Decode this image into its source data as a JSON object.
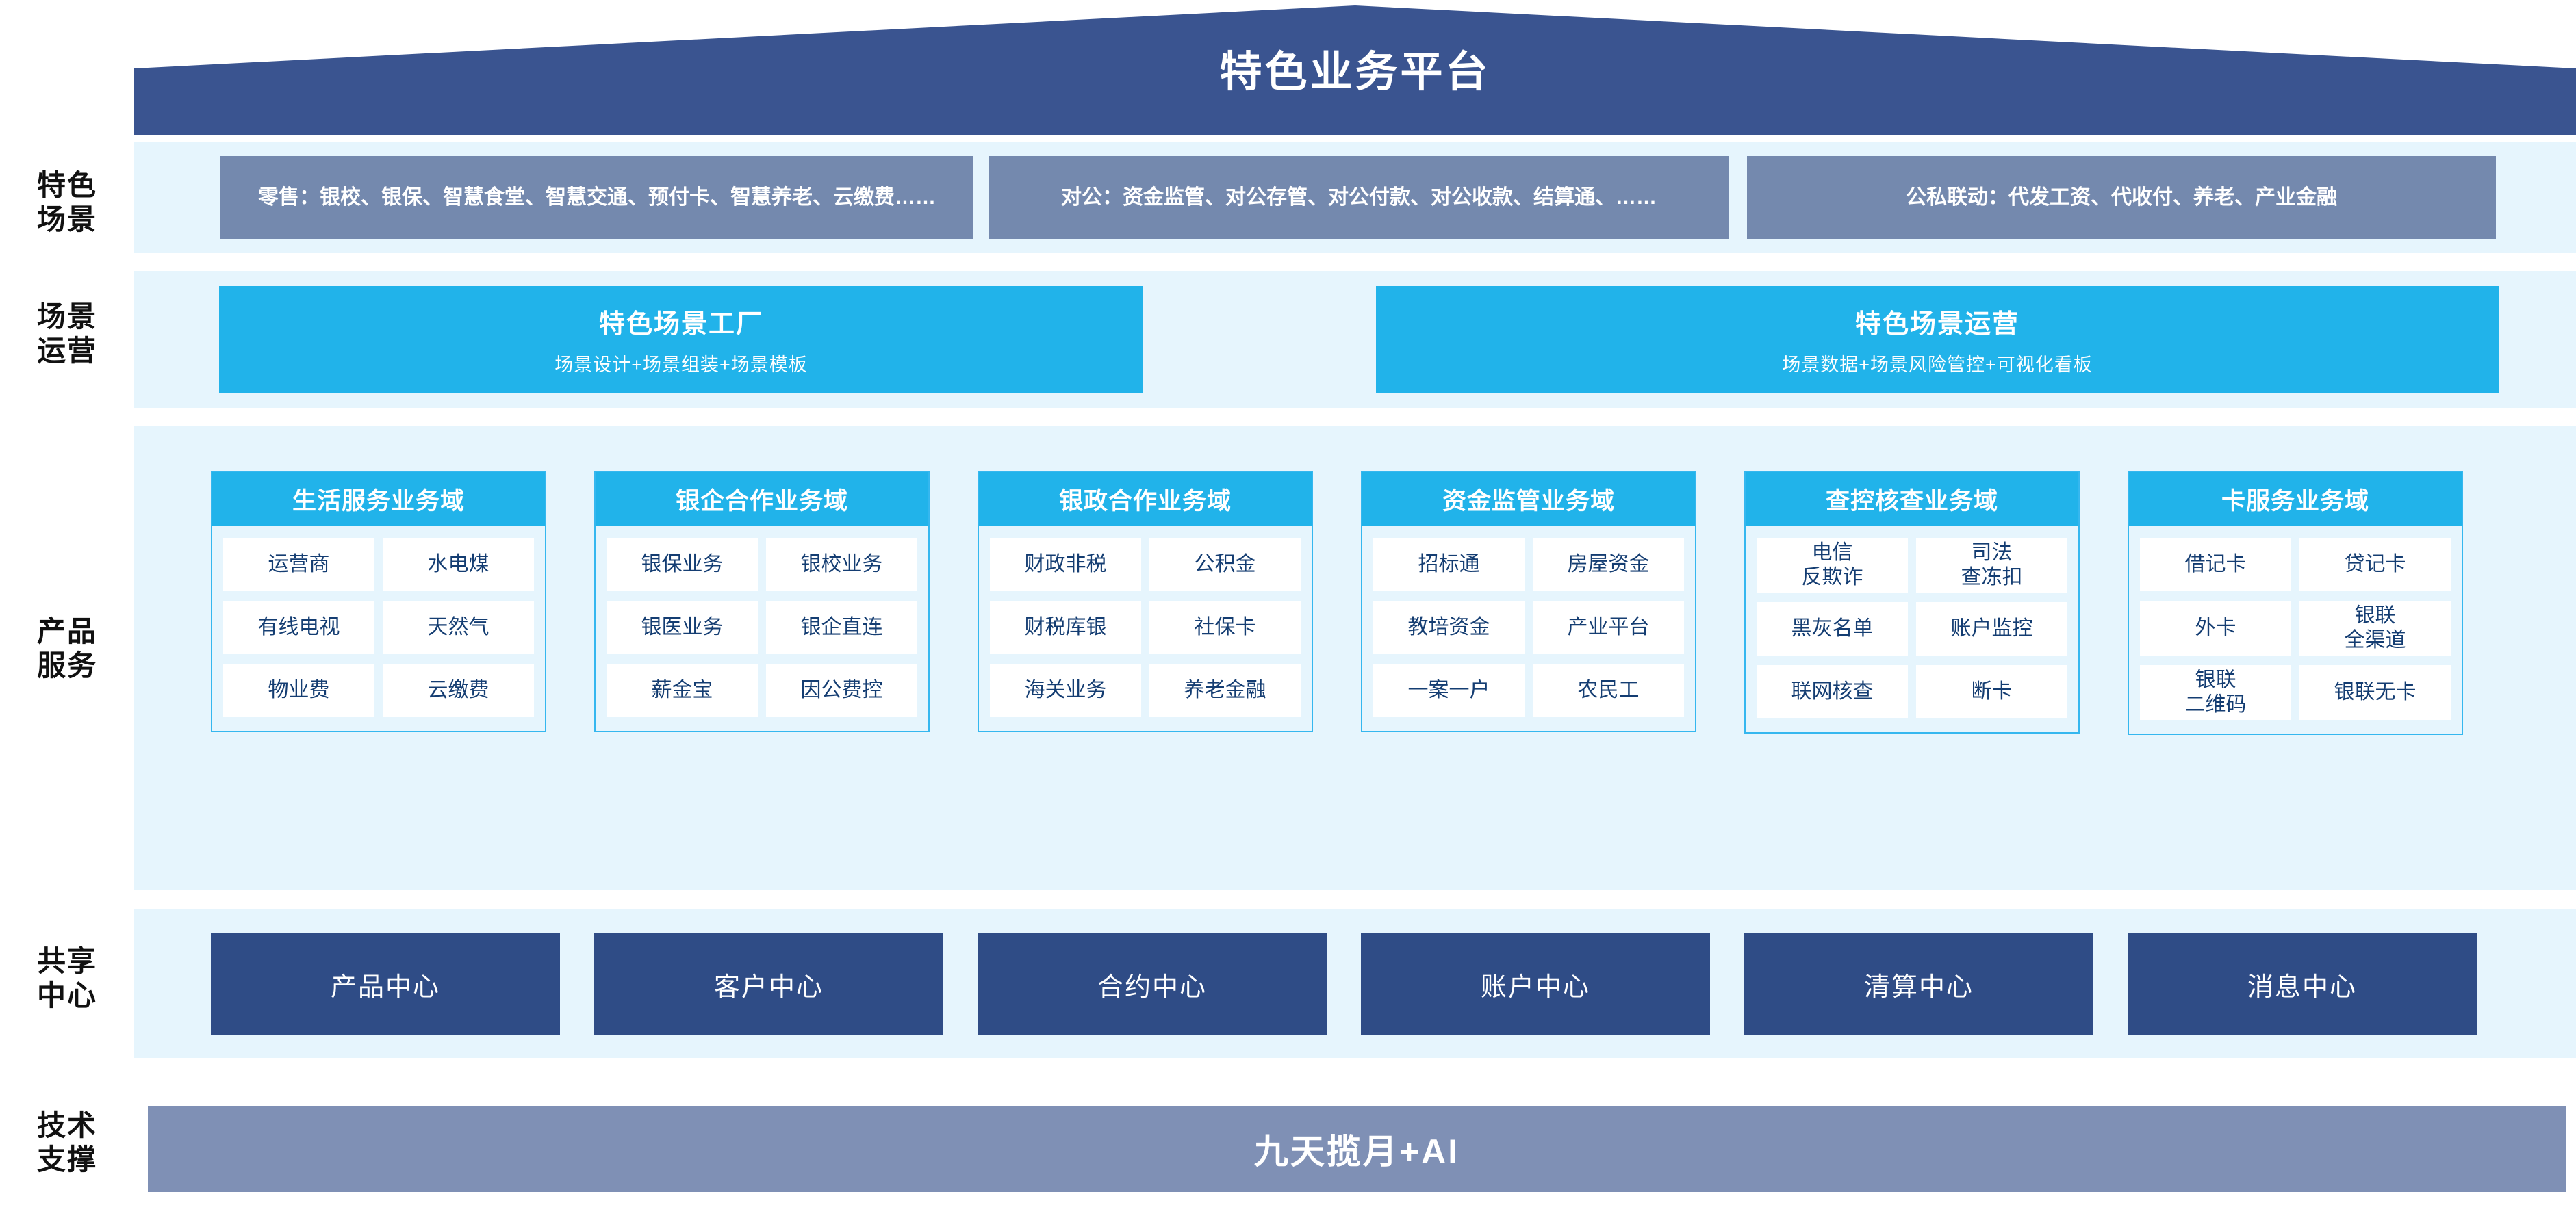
{
  "platform": {
    "title": "特色业务平台",
    "roof_color": "#3a5490"
  },
  "row_labels": [
    {
      "id": "scenario",
      "line1": "特色",
      "line2": "场景"
    },
    {
      "id": "operation",
      "line1": "场景",
      "line2": "运营"
    },
    {
      "id": "product",
      "line1": "产品",
      "line2": "服务"
    },
    {
      "id": "shared",
      "line1": "共享",
      "line2": "中心"
    },
    {
      "id": "tech",
      "line1": "技术",
      "line2": "支撑"
    }
  ],
  "scenarios": {
    "box_color": "#7489ae",
    "items": [
      "零售：银校、银保、智慧食堂、智慧交通、预付卡、智慧养老、云缴费……",
      "对公：资金监管、对公存管、对公付款、对公收款、结算通、……",
      "公私联动：代发工资、代收付、养老、产业金融"
    ]
  },
  "operations": {
    "box_color": "#21b3ea",
    "items": [
      {
        "title": "特色场景工厂",
        "subtitle": "场景设计+场景组装+场景模板"
      },
      {
        "title": "特色场景运营",
        "subtitle": "场景数据+场景风险管控+可视化看板"
      }
    ]
  },
  "product_services": {
    "header_color": "#21b3ea",
    "border_color": "#35b7ef",
    "cell_text_color": "#143d72",
    "domains": [
      {
        "title": "生活服务业务域",
        "cells": [
          "运营商",
          "水电煤",
          "有线电视",
          "天然气",
          "物业费",
          "云缴费"
        ]
      },
      {
        "title": "银企合作业务域",
        "cells": [
          "银保业务",
          "银校业务",
          "银医业务",
          "银企直连",
          "薪金宝",
          "因公费控"
        ]
      },
      {
        "title": "银政合作业务域",
        "cells": [
          "财政非税",
          "公积金",
          "财税库银",
          "社保卡",
          "海关业务",
          "养老金融"
        ]
      },
      {
        "title": "资金监管业务域",
        "cells": [
          "招标通",
          "房屋资金",
          "教培资金",
          "产业平台",
          "一案一户",
          "农民工"
        ]
      },
      {
        "title": "查控核查业务域",
        "cells": [
          "电信\n反欺诈",
          "司法\n查冻扣",
          "黑灰名单",
          "账户监控",
          "联网核查",
          "断卡"
        ]
      },
      {
        "title": "卡服务业务域",
        "cells": [
          "借记卡",
          "贷记卡",
          "外卡",
          "银联\n全渠道",
          "银联\n二维码",
          "银联无卡"
        ]
      }
    ]
  },
  "shared_centers": {
    "box_color": "#2f4c86",
    "items": [
      "产品中心",
      "客户中心",
      "合约中心",
      "账户中心",
      "清算中心",
      "消息中心"
    ]
  },
  "tech_support": {
    "bar_color": "#7f90b5",
    "label": "九天揽月+AI"
  }
}
